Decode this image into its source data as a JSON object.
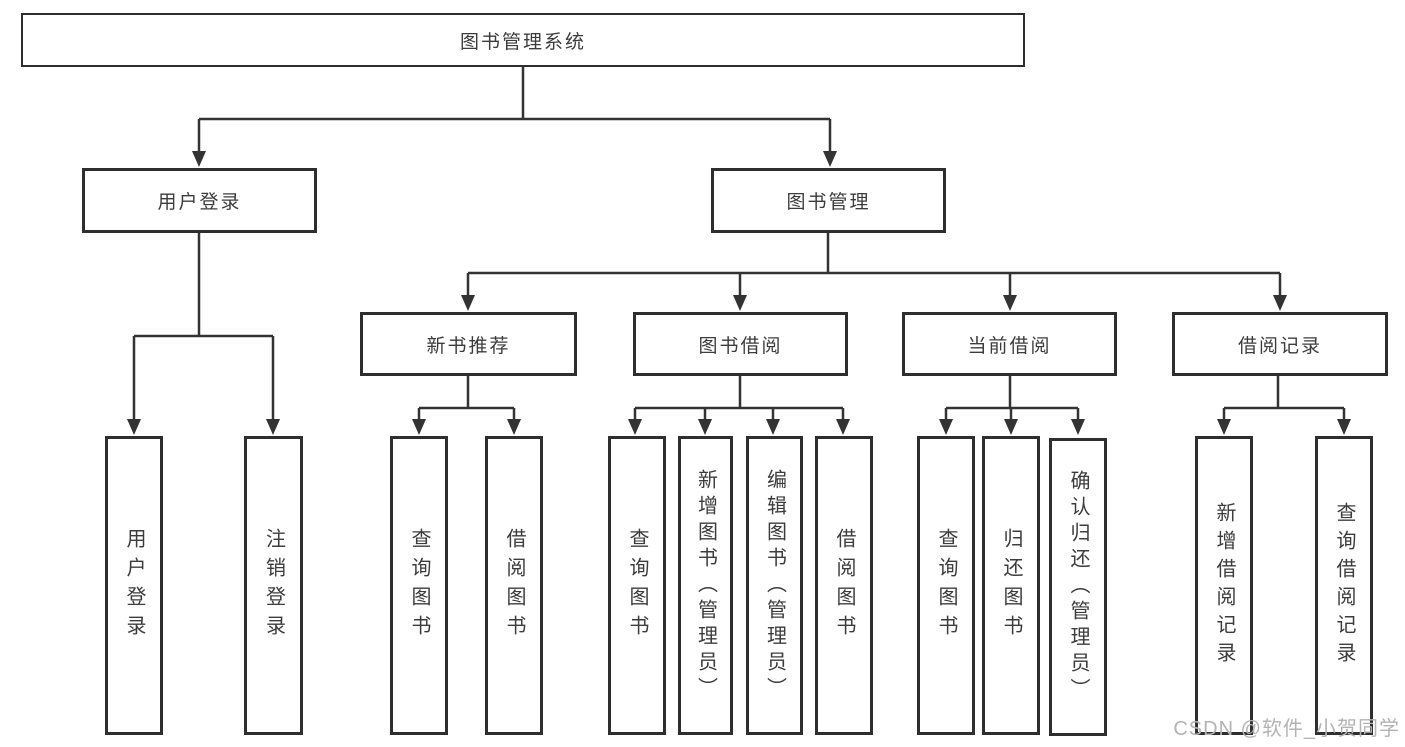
{
  "diagram": {
    "root": "图书管理系统",
    "level2": [
      "用户登录",
      "图书管理"
    ],
    "level3": [
      "新书推荐",
      "图书借阅",
      "当前借阅",
      "借阅记录"
    ],
    "leaves": {
      "login": [
        "用户登录",
        "注销登录"
      ],
      "recommend": [
        "查询图书",
        "借阅图书"
      ],
      "borrow": [
        "查询图书",
        "新增图书（管理员）",
        "编辑图书（管理员）",
        "借阅图书"
      ],
      "current": [
        "查询图书",
        "归还图书",
        "确认归还（管理员）"
      ],
      "records": [
        "新增借阅记录",
        "查询借阅记录"
      ]
    }
  },
  "watermark": "CSDN @软件_小贺同学",
  "colors": {
    "line": "#333333",
    "box_border": "#2e2e2e",
    "text": "#3c3c3c",
    "watermark": "#b3b3b3",
    "background": "#ffffff"
  }
}
